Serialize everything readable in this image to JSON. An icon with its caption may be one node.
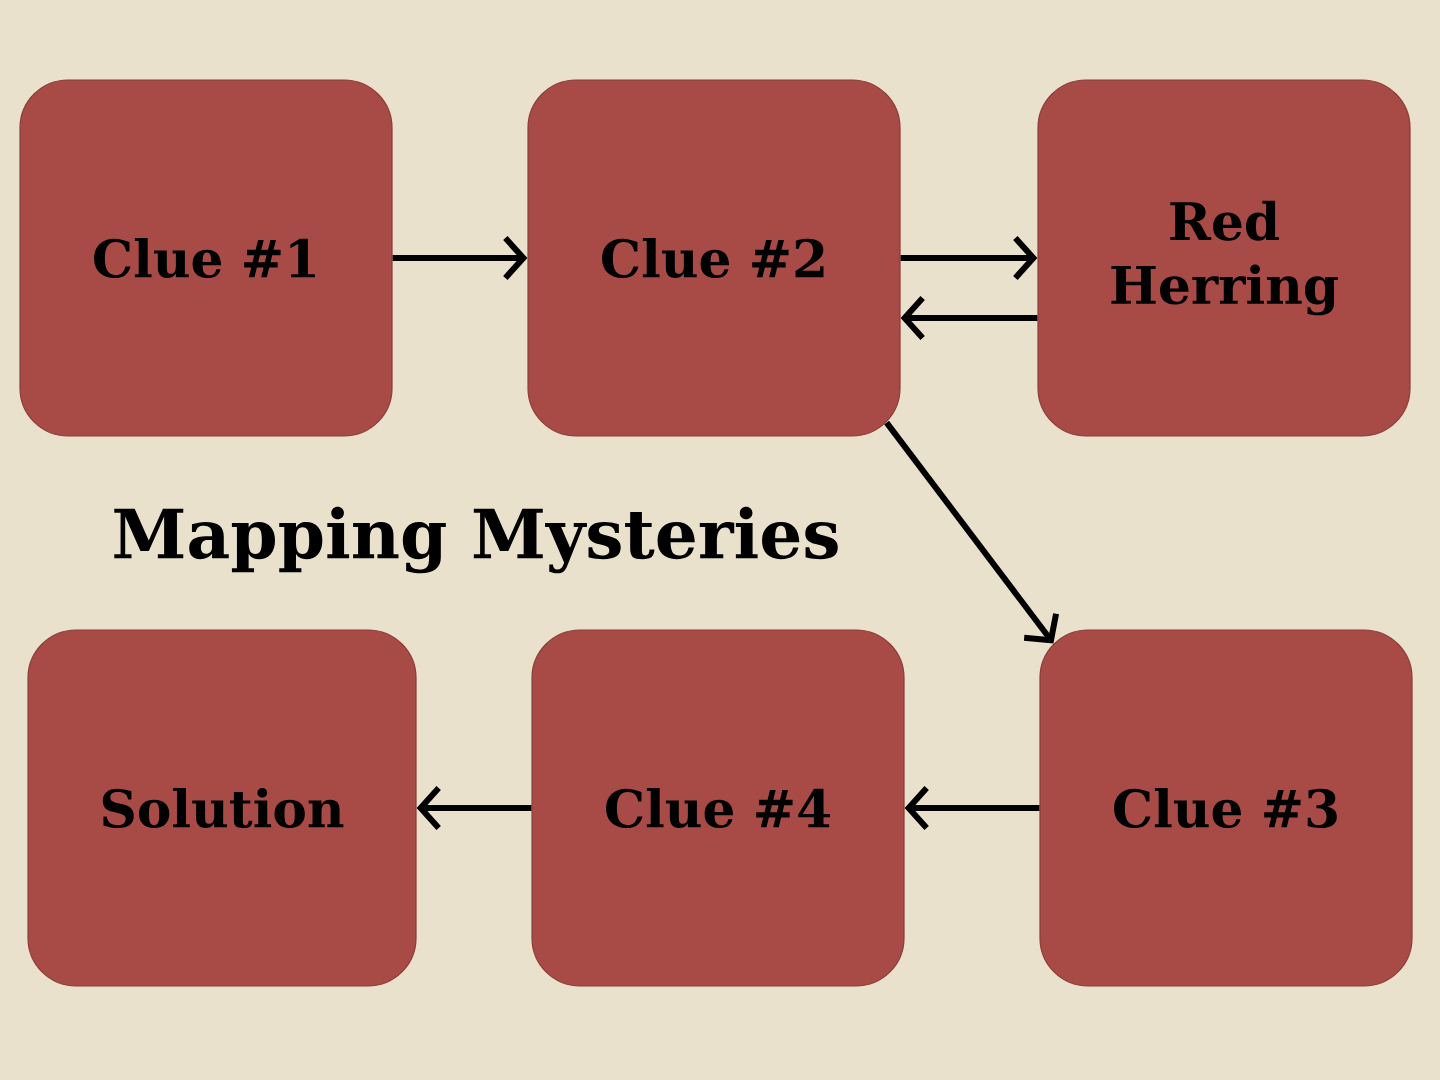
{
  "diagram": {
    "title": "Mapping Mysteries",
    "nodes": [
      {
        "text": [
          "Clue #1"
        ]
      },
      {
        "text": [
          "Clue #2"
        ]
      },
      {
        "text": [
          "Red Herring"
        ]
      },
      {
        "text": [
          "Solution"
        ]
      },
      {
        "text": [
          "Clue #4"
        ]
      },
      {
        "text": [
          "Clue #3"
        ]
      }
    ],
    "edges": [
      {
        "from": 0,
        "to": 1,
        "arrow": "to"
      },
      {
        "from": 1,
        "to": 2,
        "arrow": "to"
      },
      {
        "from": 2,
        "to": 1,
        "arrow": "to"
      },
      {
        "from": 1,
        "to": 5,
        "arrow": "to"
      },
      {
        "from": 5,
        "to": 4,
        "arrow": "to"
      },
      {
        "from": 4,
        "to": 3,
        "arrow": "to"
      }
    ]
  }
}
